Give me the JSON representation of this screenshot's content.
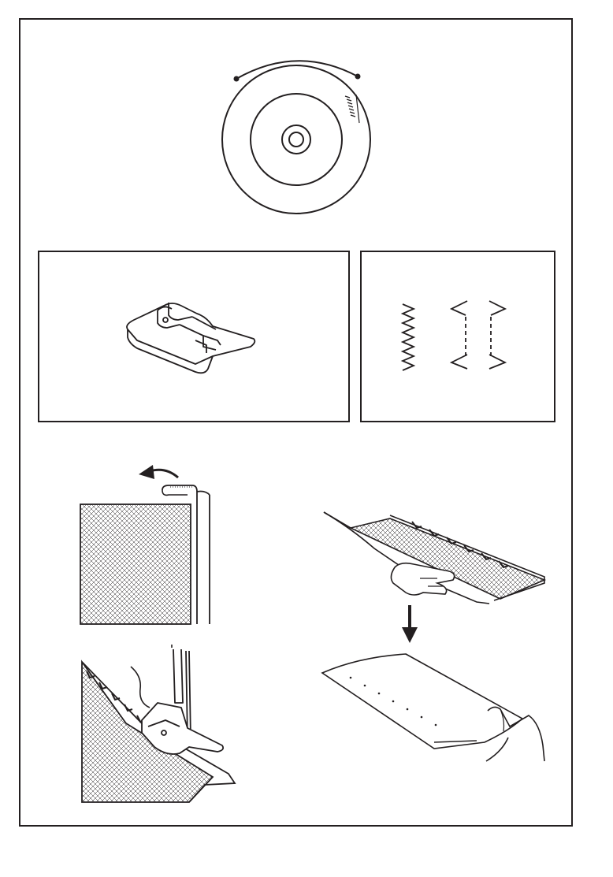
{
  "page": {
    "kind": "sewing-machine-manual-illustration-page"
  },
  "colors": {
    "ink": "#231f20",
    "paper": "#ffffff"
  },
  "illustrations": {
    "stitch_dial": {
      "icon": "stitch-selector-dial"
    },
    "presser_foot": {
      "icon": "zigzag-presser-foot"
    },
    "stitch_patterns": {
      "icons": [
        "zigzag-stitch",
        "blind-hem-stitch-left",
        "blind-hem-stitch-right"
      ]
    },
    "hem_fold": {
      "icon": "fold-fabric-back-arrow"
    },
    "sewing_hem": {
      "icon": "sewing-under-presser-foot"
    },
    "finished_hem_folded": {
      "icon": "hem-with-stitches-hand"
    },
    "finished_hem_open": {
      "icon": "opened-hem-hand"
    }
  }
}
